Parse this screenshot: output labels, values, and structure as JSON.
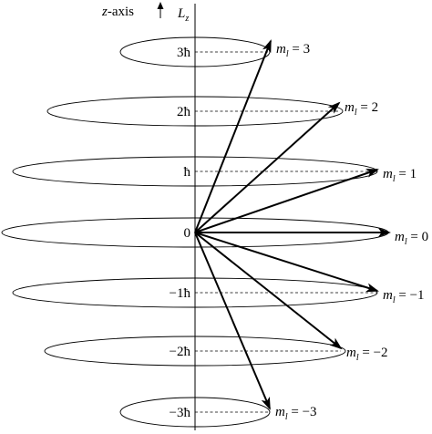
{
  "axis": {
    "z_axis_label": "z-axis",
    "z_axis_italic": "z",
    "z_axis_rest": "-axis",
    "lz_main": "L",
    "lz_sub": "z",
    "arrow_glyph": "↑"
  },
  "quantization": {
    "hbar": "ħ",
    "ml_main": "m",
    "ml_sub": "l",
    "equals": " = ",
    "levels": [
      {
        "m": 3,
        "y_label": "3ħ",
        "ml_value": "3"
      },
      {
        "m": 2,
        "y_label": "2ħ",
        "ml_value": "2"
      },
      {
        "m": 1,
        "y_label": "ħ",
        "ml_value": "1"
      },
      {
        "m": 0,
        "y_label": "0",
        "ml_value": "0"
      },
      {
        "m": -1,
        "y_label": "−1ħ",
        "ml_value": "−1"
      },
      {
        "m": -2,
        "y_label": "−2ħ",
        "ml_value": "−2"
      },
      {
        "m": -3,
        "y_label": "−3ħ",
        "ml_value": "−3"
      }
    ]
  },
  "colors": {
    "ink": "#000000",
    "background": "#ffffff"
  }
}
